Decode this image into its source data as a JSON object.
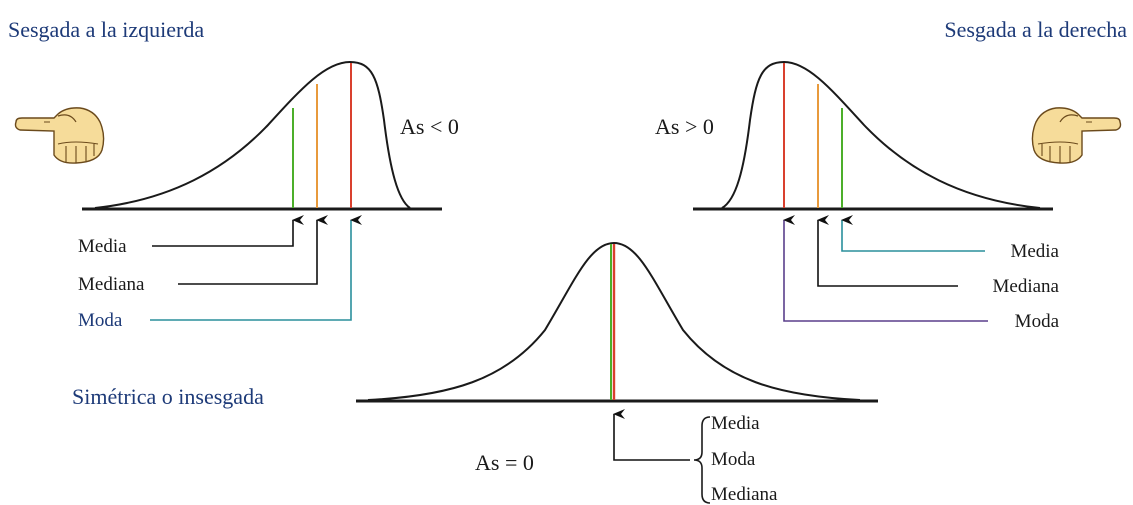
{
  "left_panel": {
    "title": "Sesgada a la izquierda",
    "skew_label": "As < 0",
    "labels": {
      "mean": "Media",
      "median": "Mediana",
      "mode": "Moda"
    },
    "hand_icon": "thumb-pointing-left"
  },
  "right_panel": {
    "title": "Sesgada a la derecha",
    "skew_label": "As > 0",
    "labels": {
      "mean": "Media",
      "median": "Mediana",
      "mode": "Moda"
    },
    "hand_icon": "thumb-pointing-right"
  },
  "center_panel": {
    "title": "Simétrica o insesgada",
    "skew_label": "As = 0",
    "labels": {
      "mean": "Media",
      "mode": "Moda",
      "median": "Mediana"
    }
  },
  "colors": {
    "mean": "#4caf2a",
    "median": "#e89a3c",
    "mode": "#d9402e",
    "title": "#1d3a78",
    "curve": "#1a1a1a",
    "hand_fill": "#f6dc9a"
  }
}
